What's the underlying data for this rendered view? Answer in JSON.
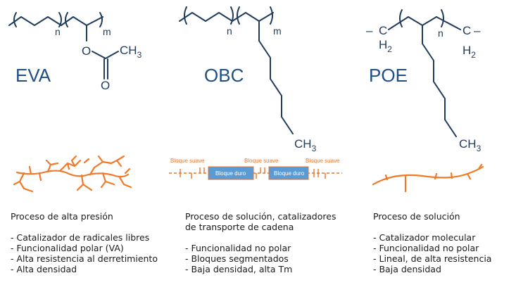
{
  "colors": {
    "structure": "#1f3c5c",
    "polymer_label": "#1f4f85",
    "chain": "#f07a2a",
    "block_label": "#e8762b",
    "hard_block_fill": "#5b9bd5"
  },
  "eva": {
    "name": "EVA",
    "sub_n": "n",
    "sub_m": "m",
    "atom_o": "O",
    "atom_o2": "O",
    "ch3": "CH",
    "ch3_sub": "3",
    "description": {
      "title": "Proceso de alta presión",
      "items": [
        "Catalizador de radicales libres",
        "Funcionalidad polar (VA)",
        "Alta resistencia al derretimiento",
        "Alta densidad"
      ]
    }
  },
  "obc": {
    "name": "OBC",
    "sub_n": "n",
    "sub_m": "m",
    "ch3": "CH",
    "ch3_sub": "3",
    "soft_block_label": "Bloque suave",
    "hard_block_label": "Bloque duro",
    "description": {
      "title_line1": "Proceso de solución, catalizadores",
      "title_line2": "de transporte de cadena",
      "items": [
        "Funcionalidad no polar",
        "Bloques segmentados",
        "Baja densidad, alta Tm"
      ]
    }
  },
  "poe": {
    "name": "POE",
    "sub_n": "n",
    "ch2_left": "C",
    "ch2_right": "C",
    "h2_left": "H",
    "h2_right": "H",
    "h2_sub": "2",
    "dash": "–",
    "ch3": "CH",
    "ch3_sub": "3",
    "description": {
      "title": "Proceso de solución",
      "items": [
        "Catalizador molecular",
        "Funcionalidad no polar",
        "Lineal, de alta resistencia",
        "Baja densidad"
      ]
    }
  }
}
